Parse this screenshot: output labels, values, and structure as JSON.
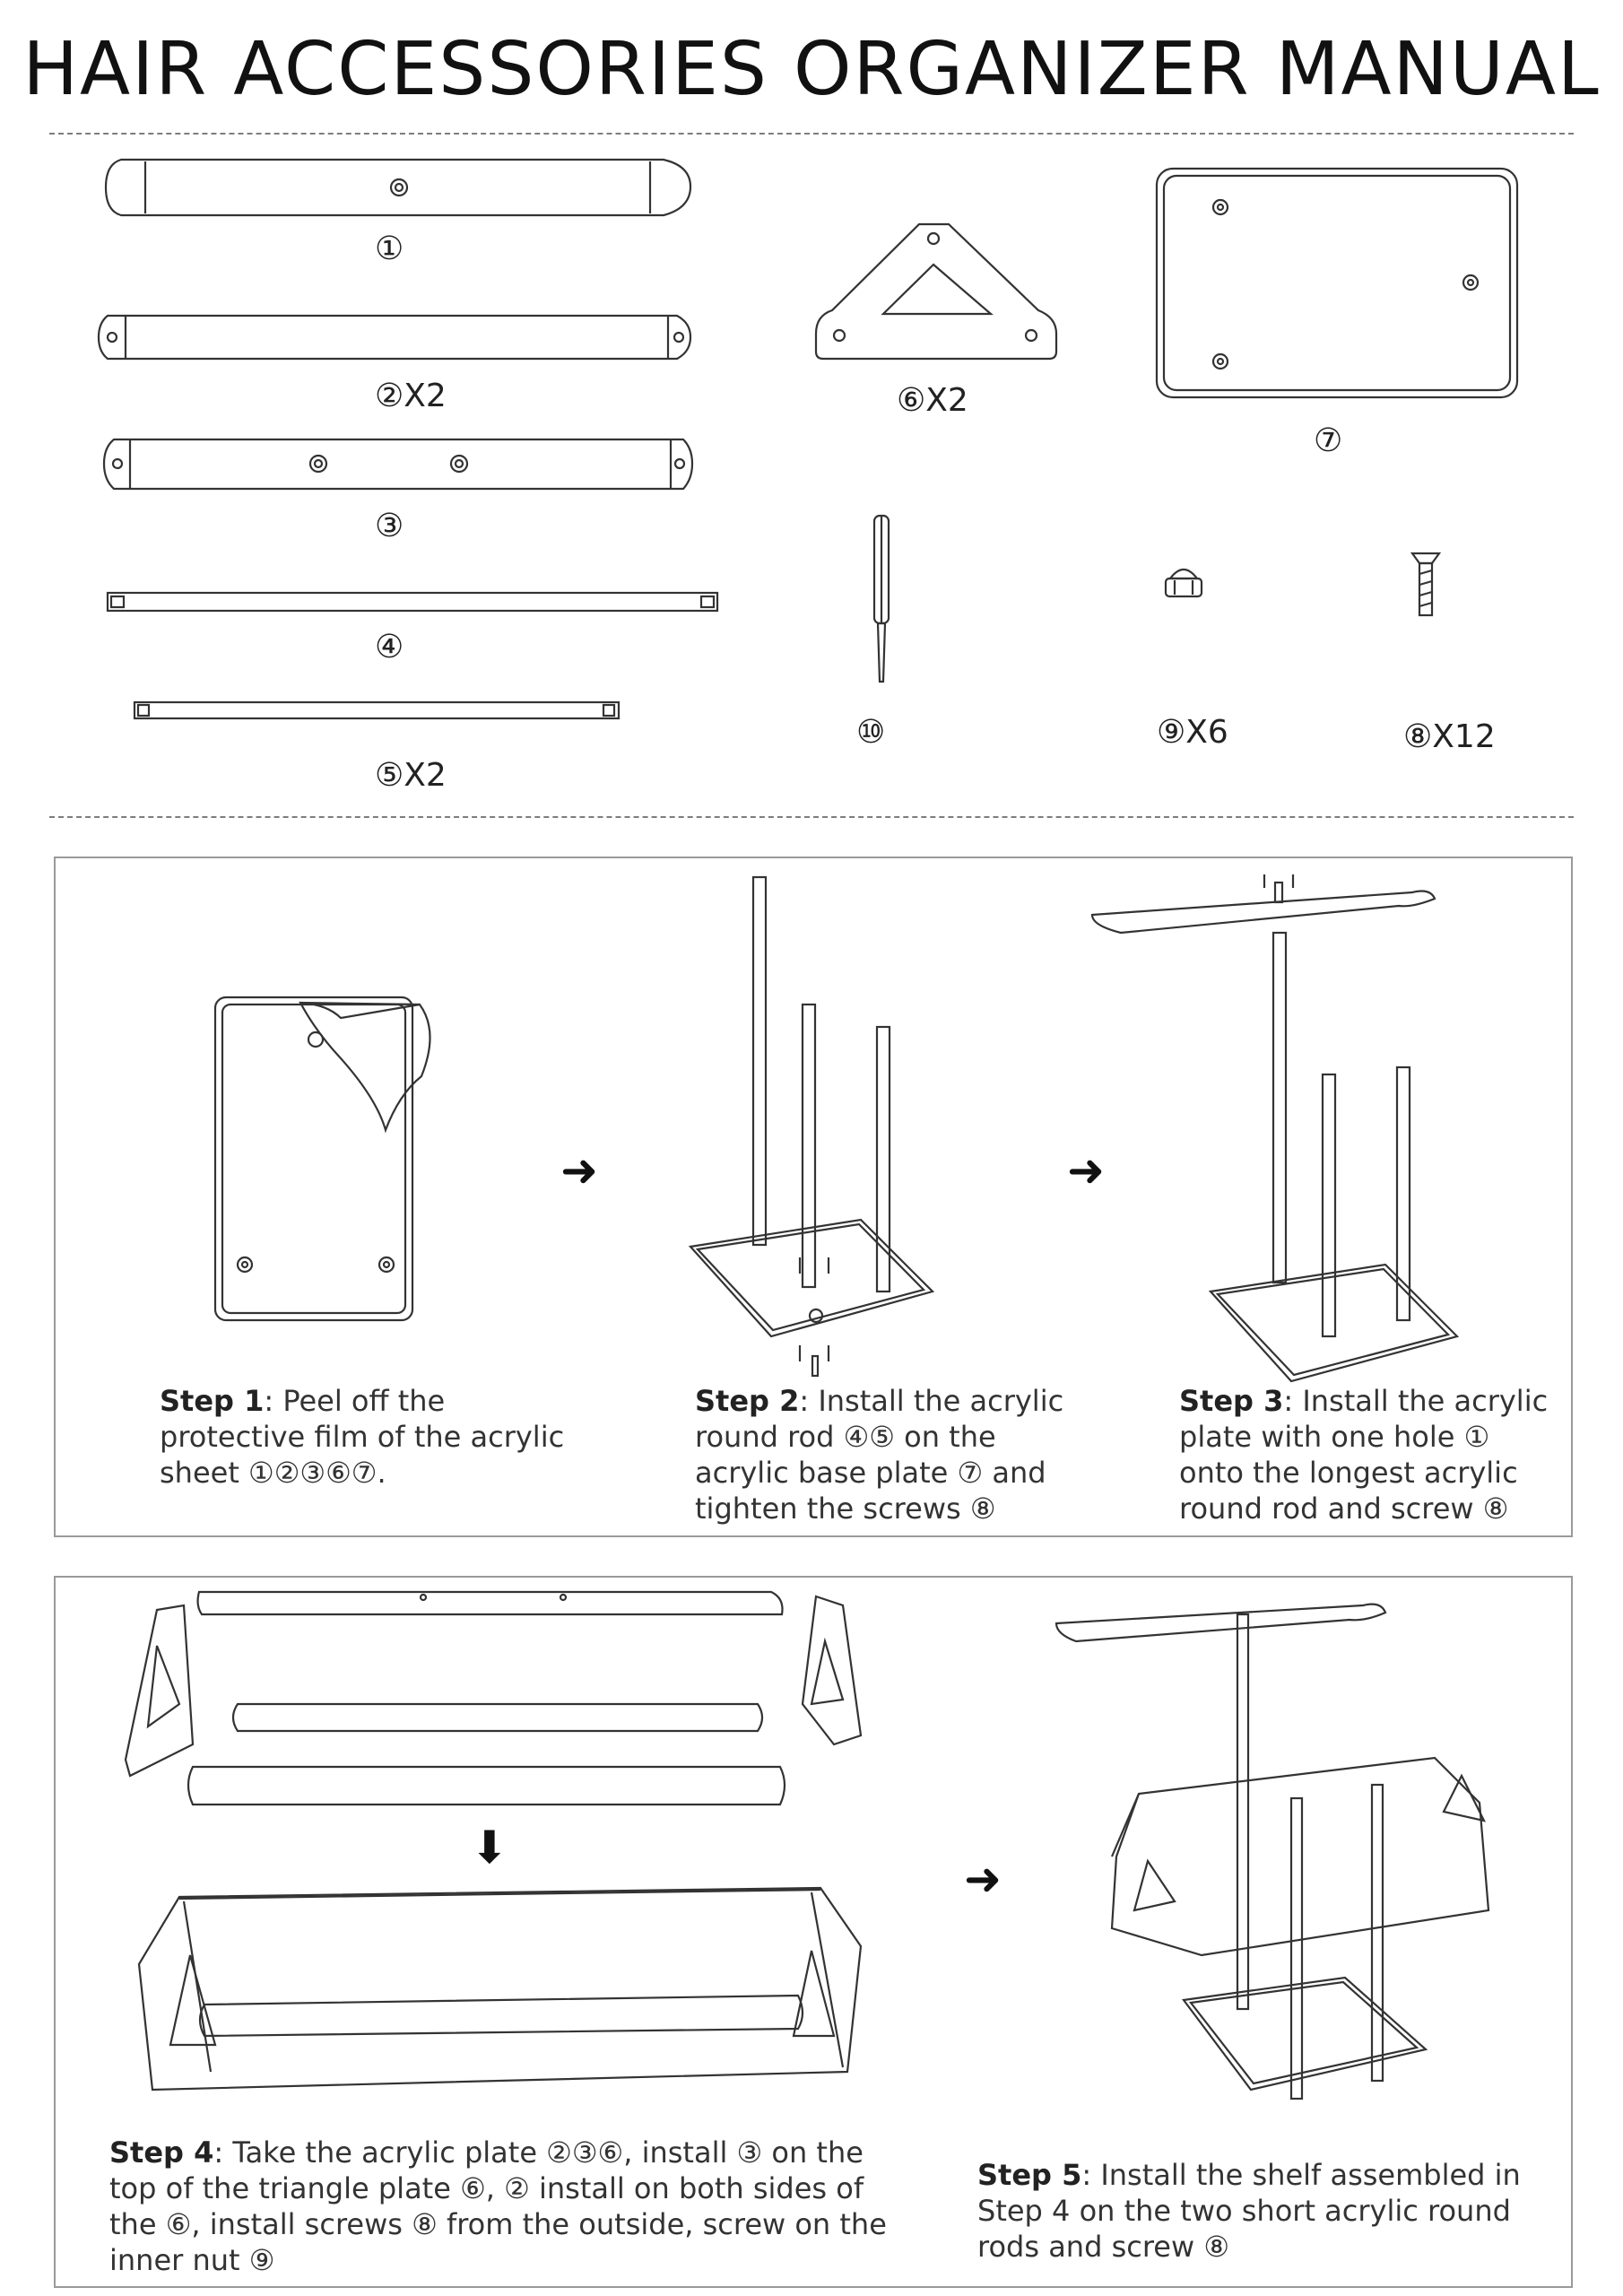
{
  "title": "HAIR ACCESSORIES ORGANIZER MANUAL",
  "parts": [
    {
      "label": "①"
    },
    {
      "label": "②X2"
    },
    {
      "label": "③"
    },
    {
      "label": "④"
    },
    {
      "label": "⑤X2"
    },
    {
      "label": "⑥X2"
    },
    {
      "label": "⑦"
    },
    {
      "label": "⑩"
    },
    {
      "label": "⑨X6"
    },
    {
      "label": "⑧X12"
    }
  ],
  "steps": [
    {
      "name": "Step 1",
      "text": ":  Peel off the protective film of the acrylic sheet ①②③⑥⑦."
    },
    {
      "name": "Step 2",
      "text": ":  Install the acrylic round rod ④⑤ on the acrylic base plate ⑦ and tighten the screws ⑧"
    },
    {
      "name": "Step 3",
      "text": ": Install the acrylic plate with one hole ① onto the longest acrylic round rod and screw ⑧"
    },
    {
      "name": "Step 4",
      "text": ":  Take the acrylic plate ②③⑥, install ③ on the top of the triangle plate ⑥, ② install on both sides of the ⑥, install screws ⑧ from the outside, screw on the inner nut ⑨"
    },
    {
      "name": "Step 5",
      "text": ": Install the shelf assembled in Step 4 on the two short acrylic round rods and screw ⑧"
    }
  ],
  "arrows": {
    "right": "➜",
    "down": "⬇"
  }
}
